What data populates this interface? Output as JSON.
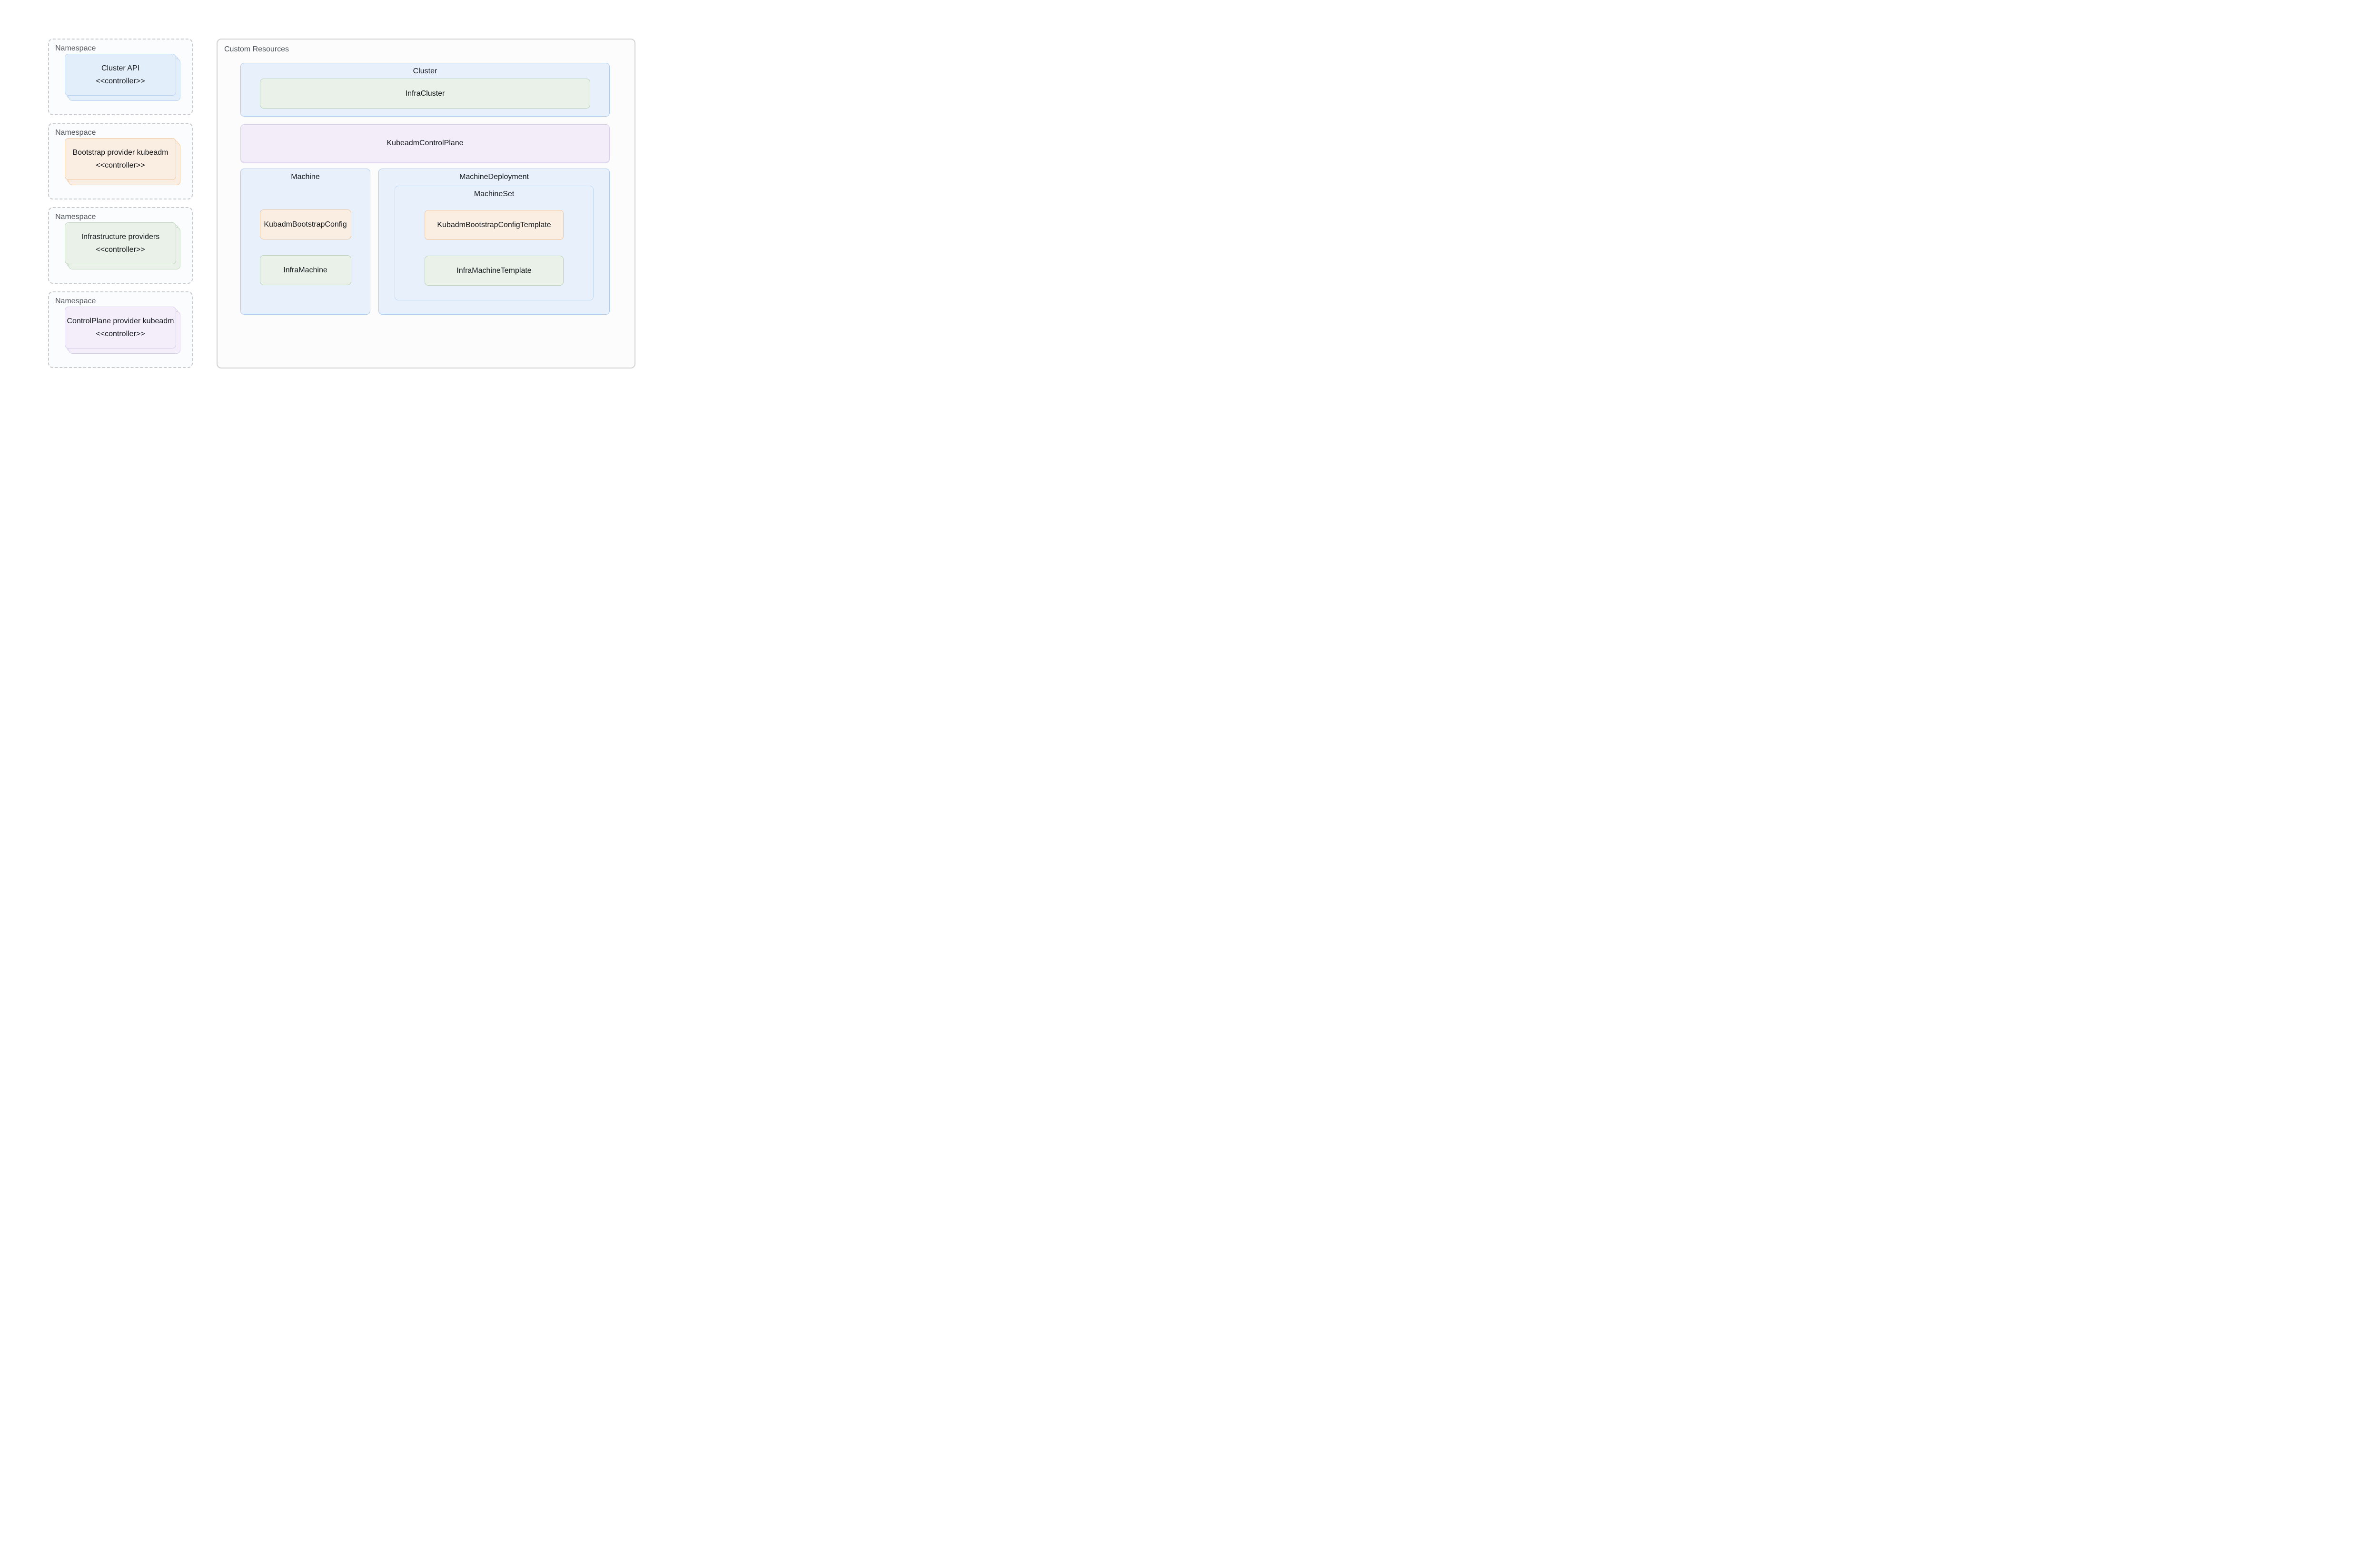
{
  "namespaces": [
    {
      "label": "Namespace",
      "card": {
        "name": "Cluster API",
        "stereotype": "<<controller>>"
      },
      "accent": "blue",
      "fill": "#e3eefb",
      "border": "#b9d2ef"
    },
    {
      "label": "Namespace",
      "card": {
        "name": "Bootstrap provider kubeadm",
        "stereotype": "<<controller>>"
      },
      "accent": "orange",
      "fill": "#faeee2",
      "border": "#efc8a4"
    },
    {
      "label": "Namespace",
      "card": {
        "name": "Infrastructure providers",
        "stereotype": "<<controller>>"
      },
      "accent": "green",
      "fill": "#e9f1e9",
      "border": "#c2d6c1"
    },
    {
      "label": "Namespace",
      "card": {
        "name": "ControlPlane provider kubeadm",
        "stereotype": "<<controller>>"
      },
      "accent": "purple",
      "fill": "#f3eef9",
      "border": "#d9cdec"
    }
  ],
  "custom_resources": {
    "title": "Custom Resources",
    "cluster": {
      "label": "Cluster",
      "infra_cluster": {
        "label": "InfraCluster"
      }
    },
    "kubeadm_control_plane": {
      "label": "KubeadmControlPlane"
    },
    "machine": {
      "label": "Machine",
      "kubadm_bootstrap_config": {
        "label": "KubadmBootstrapConfig"
      },
      "infra_machine": {
        "label": "InfraMachine"
      }
    },
    "machine_deployment": {
      "label": "MachineDeployment",
      "machine_set": {
        "label": "MachineSet",
        "kubadm_bootstrap_config_template": {
          "label": "KubadmBootstrapConfigTemplate"
        },
        "infra_machine_template": {
          "label": "InfraMachineTemplate"
        }
      }
    }
  },
  "palette": {
    "blue_fill": "#e7f0fb",
    "blue_border": "#aecbea",
    "blue_inner_border": "#c2d8f0",
    "green_fill": "#e9f1e9",
    "green_border": "#bdd2bc",
    "orange_fill": "#faeee2",
    "orange_border": "#edc6a4",
    "purple_fill": "#f2edf8",
    "purple_border": "#d9cfe9",
    "panel_bg": "#fcfcfd",
    "panel_border": "#d2d2d2",
    "namespace_bg": "#fbfcfd",
    "namespace_border": "#c9cbce",
    "label_gray": "#4d5359",
    "text_dark": "#15181c"
  }
}
